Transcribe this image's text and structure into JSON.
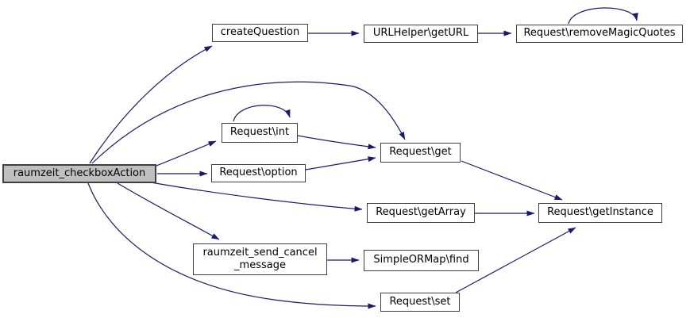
{
  "diagram": {
    "type": "call-graph",
    "colors": {
      "edge_color": "#191970",
      "node_fill": "#ffffff",
      "node_border": "#404040",
      "highlight_fill": "#bfbfbf",
      "text_color": "#000000",
      "background": "#ffffff"
    },
    "nodes": {
      "raumzeit_checkboxAction": {
        "label": "raumzeit_checkboxAction",
        "highlighted": true
      },
      "createQuestion": {
        "label": "createQuestion"
      },
      "urlhelper_getURL": {
        "label": "URLHelper\\getURL"
      },
      "request_removeMagicQuotes": {
        "label": "Request\\removeMagicQuotes"
      },
      "request_int": {
        "label": "Request\\int"
      },
      "request_get": {
        "label": "Request\\get"
      },
      "request_option": {
        "label": "Request\\option"
      },
      "request_getArray": {
        "label": "Request\\getArray"
      },
      "request_getInstance": {
        "label": "Request\\getInstance"
      },
      "raumzeit_send_cancel_message": {
        "label": "raumzeit_send_cancel\n_message"
      },
      "simpleormap_find": {
        "label": "SimpleORMap\\find"
      },
      "request_set": {
        "label": "Request\\set"
      }
    },
    "edges": [
      {
        "from": "raumzeit_checkboxAction",
        "to": "createQuestion"
      },
      {
        "from": "raumzeit_checkboxAction",
        "to": "Request\\get"
      },
      {
        "from": "raumzeit_checkboxAction",
        "to": "Request\\int"
      },
      {
        "from": "raumzeit_checkboxAction",
        "to": "Request\\option"
      },
      {
        "from": "raumzeit_checkboxAction",
        "to": "Request\\getArray"
      },
      {
        "from": "raumzeit_checkboxAction",
        "to": "raumzeit_send_cancel_message"
      },
      {
        "from": "raumzeit_checkboxAction",
        "to": "Request\\set"
      },
      {
        "from": "createQuestion",
        "to": "URLHelper\\getURL"
      },
      {
        "from": "URLHelper\\getURL",
        "to": "Request\\removeMagicQuotes"
      },
      {
        "from": "Request\\removeMagicQuotes",
        "to": "Request\\removeMagicQuotes"
      },
      {
        "from": "Request\\int",
        "to": "Request\\int"
      },
      {
        "from": "Request\\int",
        "to": "Request\\get"
      },
      {
        "from": "Request\\option",
        "to": "Request\\get"
      },
      {
        "from": "Request\\get",
        "to": "Request\\getInstance"
      },
      {
        "from": "Request\\getArray",
        "to": "Request\\getInstance"
      },
      {
        "from": "raumzeit_send_cancel_message",
        "to": "SimpleORMap\\find"
      },
      {
        "from": "Request\\set",
        "to": "Request\\getInstance"
      }
    ]
  }
}
